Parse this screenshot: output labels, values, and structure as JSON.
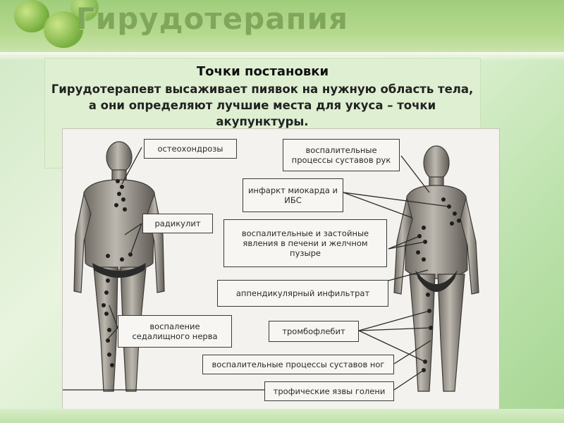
{
  "slide": {
    "title": "Гирудотерапия",
    "heading": "Точки постановки",
    "body": "Гирудотерапевт высаживает пиявок на нужную область тела, а они определяют лучшие места для укуса – точки акупунктуры."
  },
  "figure": {
    "labels": {
      "osteochondrosis": "остеохондрозы",
      "arm_joints": "воспалительные процессы суставов рук",
      "infarction": "инфаркт миокарда и ИБС",
      "radiculitis": "радикулит",
      "liver": "воспалительные и застойные явления в печени и желчном пузыре",
      "appendicular": "аппендикулярный инфильтрат",
      "sciatic": "воспаление седалищного нерва",
      "thrombophlebitis": "тромбофлебит",
      "leg_joints": "воспалительные процессы суставов ног",
      "ulcers": "трофические язвы голени"
    }
  },
  "colors": {
    "accent_green": "#7fa75a",
    "textbox_bg": "#dff0d2"
  }
}
